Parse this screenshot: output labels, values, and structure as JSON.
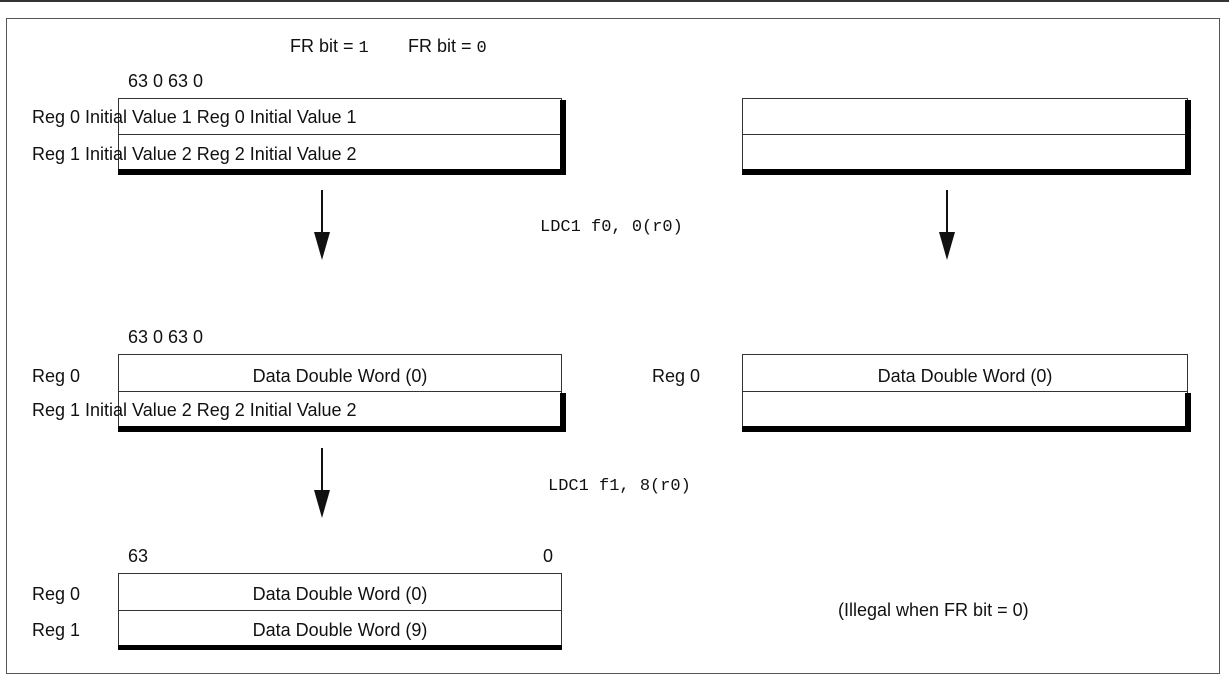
{
  "header": {
    "fr1_label": "FR bit = ",
    "fr1_value": "1",
    "fr0_label": "FR bit = ",
    "fr0_value": "0"
  },
  "section1": {
    "bits_label": "63 0 63 0",
    "row1_text": "Reg 0 Initial Value 1 Reg 0 Initial Value 1",
    "row1_prefix": "Reg 0 I",
    "row2_text": "Reg 1 Initial Value 2 Reg 2 Initial Value 2",
    "row2_prefix": "Reg 1 I"
  },
  "instructions": {
    "first": "LDC1 f0, 0(r0)",
    "second": "LDC1 f1, 8(r0)"
  },
  "section2": {
    "bits_label": "63 0 63 0",
    "reg0_label": "Reg 0",
    "reg0_value": "Data Double Word (0)",
    "row2_text": "Reg 1 Initial Value 2 Reg 2 Initial Value 2",
    "right_reg0_label": "Reg 0",
    "right_reg0_value": "Data Double Word (0)"
  },
  "section3": {
    "bit_high": "63",
    "bit_low": "0",
    "reg0_label": "Reg 0",
    "reg0_value": "Data Double Word (0)",
    "reg1_label": "Reg 1",
    "reg1_value": "Data Double Word (9)",
    "illegal_note": "(Illegal when FR bit = 0)"
  }
}
